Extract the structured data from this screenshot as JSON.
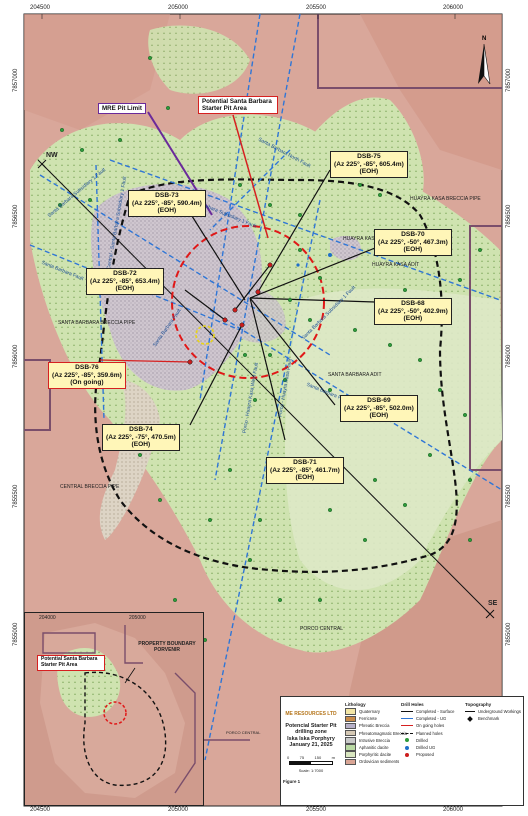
{
  "ticks": {
    "easting": [
      "204500",
      "205000",
      "205500",
      "206000"
    ],
    "northing": [
      "7857000",
      "7856500",
      "7856000",
      "7855500",
      "7855000"
    ]
  },
  "map_labels": {
    "nw": "NW",
    "se": "SE",
    "santa_barbara_north_fault": "Santa Barbara North Fault",
    "santa_barbara_subsidiary_1_fault": "Santa Barbara Subsidiary 1 Fault",
    "central_santa_barbara_subsidiary_1_fault": "Central - Santa Barbara Subsidiary 1 Fault",
    "santa_barbara_fault_west": "Santa Barbara Fault",
    "santa_barbara_fault_center": "Santa Barbara Fault",
    "santa_barbara_fault_east": "Santa Barbara Fault",
    "santa_barbara_subsidiary_1_fault_east": "Santa Barbara Subsidiary 1 Fault",
    "porco_huayra_kasa_west_fault": "Porco - Huayra Kasa West Fault",
    "porco_huayra_kasa_fault": "Porco - Huayra Kasa Fault",
    "huayra_kasa_breccia_pipe": "HUAYRA KASA BRECCIA PIPE",
    "huayra_kasa_adit_1": "HUAYRA KASA ADIT",
    "huayra_kasa_adit_2": "HUAYRA KASA ADIT",
    "santa_barbara_breccia_pipe": "SANTA BARBARA BRECCIA PIPE",
    "santa_barbara_adit": "SANTA BARBARA ADIT",
    "central_breccia_pipe": "CENTRAL BRECCIA PIPE",
    "porco_central": "PORCO CENTRAL",
    "porco_central_small": "PORCO CENTRAL"
  },
  "callouts": {
    "mre_pit_limit": "MRE Pit Limit",
    "potential_pit": "Potential Santa Barbara Starter Pit Area"
  },
  "drill_holes": [
    {
      "id": "DSB-75",
      "az": "(Az 225°, -85°, 605.4m)",
      "status": "(EOH)"
    },
    {
      "id": "DSB-73",
      "az": "(Az 225°, -85°, 590.4m)",
      "status": "(EOH)"
    },
    {
      "id": "DSB-70",
      "az": "(Az 225°, -50°, 467.3m)",
      "status": "(EOH)"
    },
    {
      "id": "DSB-72",
      "az": "(Az 225°, -85°, 653.4m)",
      "status": "(EOH)"
    },
    {
      "id": "DSB-68",
      "az": "(Az 225°, -50°, 402.9m)",
      "status": "(EOH)"
    },
    {
      "id": "DSB-76",
      "az": "(Az 225°, -85°, 359.6m)",
      "status": "(On going)"
    },
    {
      "id": "DSB-69",
      "az": "(Az 225°, -85°, 502.0m)",
      "status": "(EOH)"
    },
    {
      "id": "DSB-74",
      "az": "(Az 225°, -75°, 470.5m)",
      "status": "(EOH)"
    },
    {
      "id": "DSB-71",
      "az": "(Az 225°, -85°, 461.7m)",
      "status": "(EOH)"
    }
  ],
  "inset": {
    "ticks": [
      "204000",
      "205000"
    ],
    "callout": "Potential Santa Barbara Starter Pit Area",
    "boundary": "PROPERTY BOUNDARY PORVENIR"
  },
  "legend": {
    "company": "ME RESOURCES LTD",
    "title_lines": [
      "Potencial Starter Pit",
      "drilling zone",
      "Iska Iska Porphyry",
      "January 21, 2025"
    ],
    "scale_label": "Scale: 1:7000",
    "scale_ticks": [
      "0",
      "75",
      "150"
    ],
    "scale_unit": "m",
    "figure": "Figure 1",
    "lithology_header": "Lithology",
    "lithology": [
      {
        "label": "Quaternary",
        "color": "#f3e6a6"
      },
      {
        "label": "Ferricrete",
        "color": "#c98b4a"
      },
      {
        "label": "Phreatic Breccia",
        "color": "#b7b0c8"
      },
      {
        "label": "Phreatomagmatic Breccia",
        "color": "#d6c9b5"
      },
      {
        "label": "Intrusive Breccia",
        "color": "#c9c9c9"
      },
      {
        "label": "Aphanitic dacite",
        "color": "#b9d9a3"
      },
      {
        "label": "Porphyritic dacite",
        "color": "#d9e6c0"
      },
      {
        "label": "Ordovician sediments",
        "color": "#d9a595"
      }
    ],
    "drill_header": "Drill Holes",
    "drill": [
      "Completed - Surface",
      "Completed - UG",
      "On going holes",
      "Planned holes",
      "Drilled",
      "Drilled UG",
      "Proposed"
    ],
    "topo_header": "Topography",
    "topo": [
      "Underground Workings",
      "Benchmark"
    ]
  },
  "north_arrow": "N"
}
